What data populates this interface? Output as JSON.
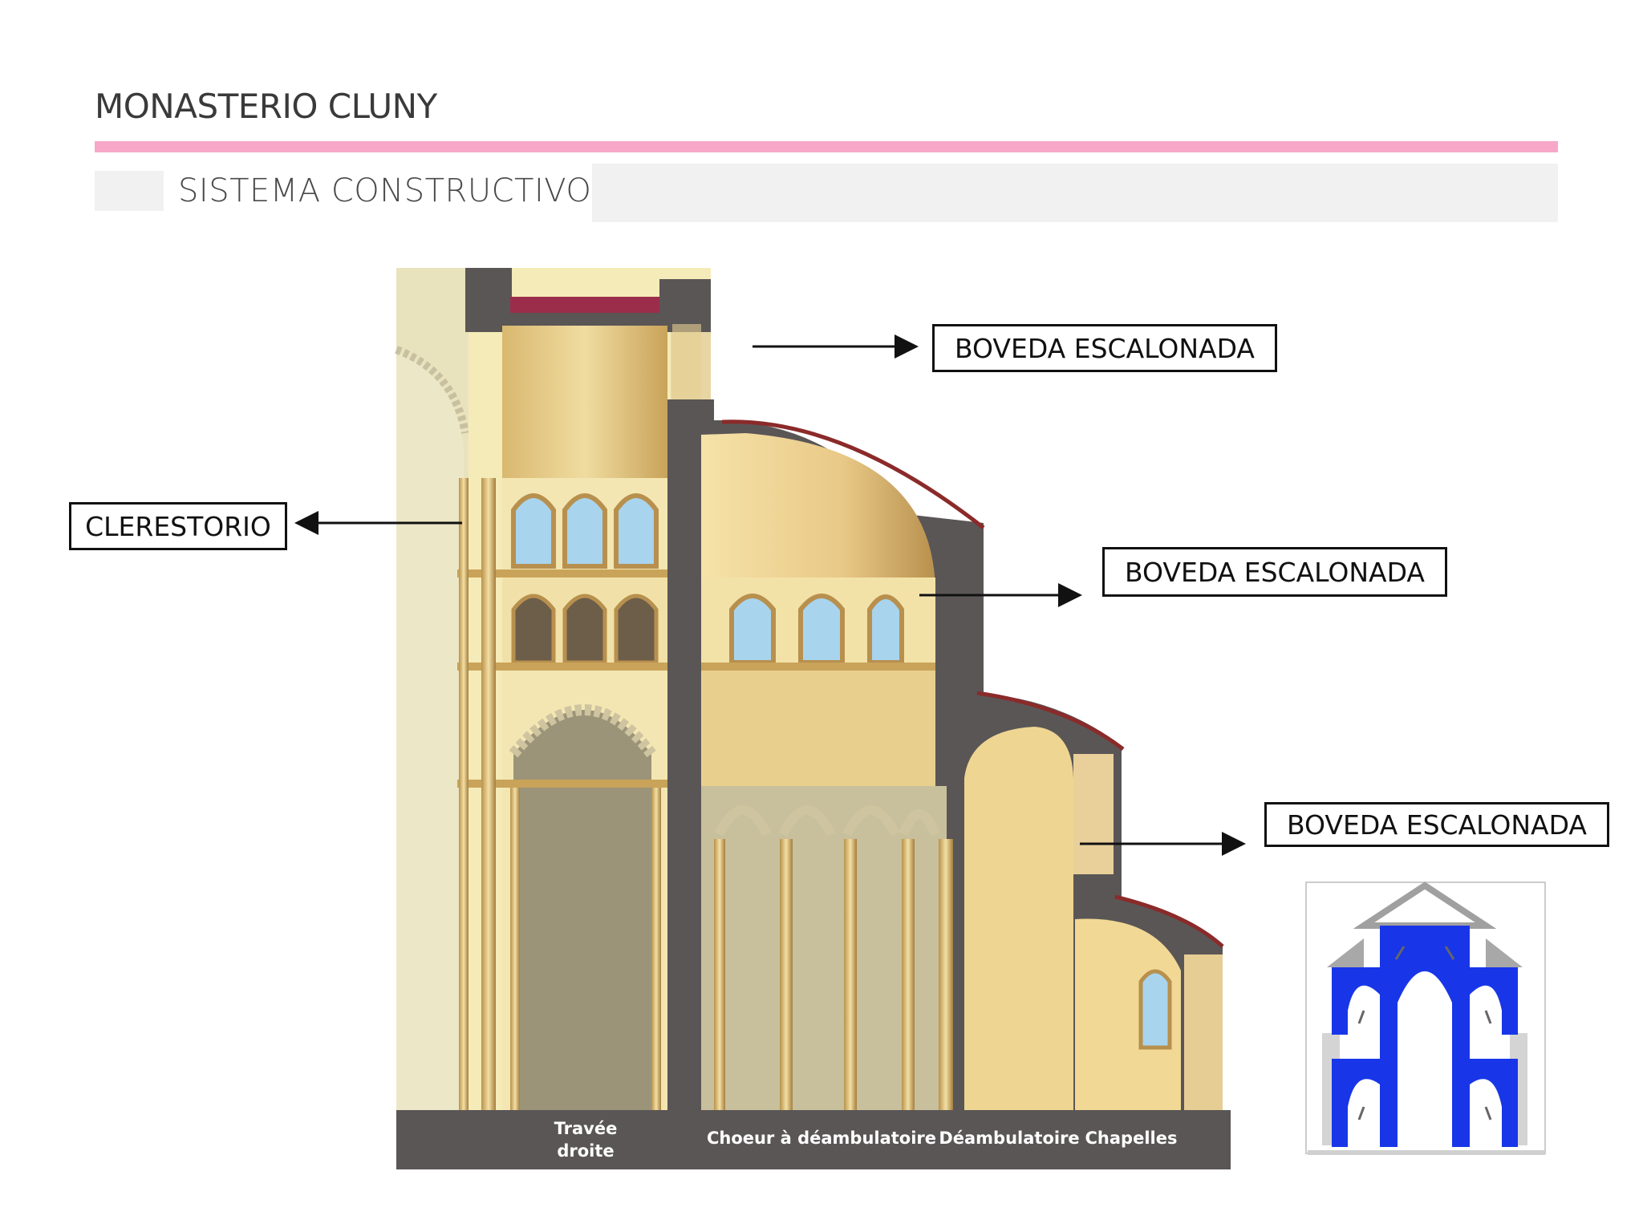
{
  "header": {
    "title": "MONASTERIO CLUNY",
    "subtitle": "SISTEMA CONSTRUCTIVO"
  },
  "labels": {
    "clerestorio": "CLERESTORIO",
    "boveda_1": "BOVEDA ESCALONADA",
    "boveda_2": "BOVEDA ESCALONADA",
    "boveda_3": "BOVEDA ESCALONADA"
  },
  "section_captions": {
    "travee_line1": "Travée",
    "travee_line2": "droite",
    "choeur": "Choeur à déambulatoire",
    "deambulatoire": "Déambulatoire",
    "chapelles": "Chapelles"
  },
  "colors": {
    "accent_bar": "#f7a8c8",
    "wall": "#5a5656",
    "stone_light": "#f3e6b2",
    "stone_mid": "#e2c785",
    "roof": "#8b2a2a",
    "glass": "#a8d4ee",
    "diagram_blue": "#1836e8"
  }
}
